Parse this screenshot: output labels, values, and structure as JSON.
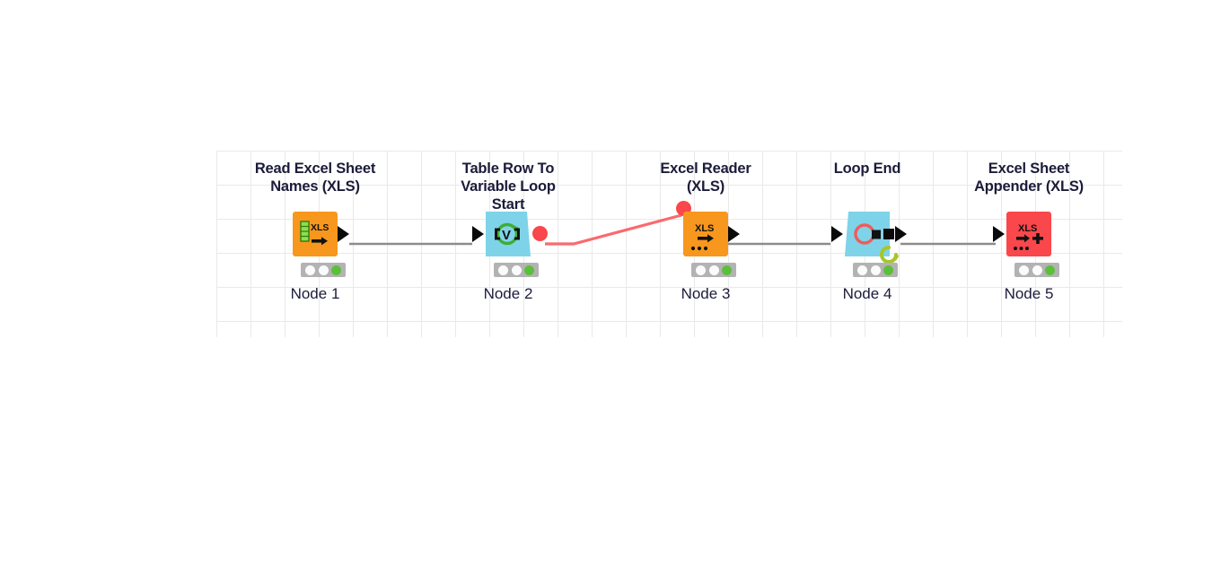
{
  "app": {
    "title": "KNIME Workflow Editor",
    "canvas_background": "#ffffff",
    "grid_color": "#e9e9e9"
  },
  "colors": {
    "node_orange": "#f8971d",
    "node_red": "#f9474b",
    "node_blue": "#7ed3e8",
    "status_bar": "#b3b3b3",
    "led_green": "#5cbf3c",
    "led_idle": "#fbfbfb",
    "wire_data": "#8c8c8c",
    "wire_variable": "#f9474b",
    "label_text": "#1b1b3a"
  },
  "workflow": {
    "nodes": [
      {
        "id": "node1",
        "title": "Read Excel Sheet\nNames (XLS)",
        "name": "Node 1",
        "icon": "xls-read-icon",
        "icon_label": "XLS",
        "color": "#f8971d",
        "shape": "rect",
        "status": {
          "leds": [
            "idle",
            "idle",
            "green"
          ],
          "state": "executed"
        }
      },
      {
        "id": "node2",
        "title": "Table Row To\nVariable Loop Start",
        "name": "Node 2",
        "icon": "variable-loop-start-icon",
        "icon_label": "[V]",
        "color": "#7ed3e8",
        "shape": "loop-start",
        "status": {
          "leds": [
            "idle",
            "idle",
            "green"
          ],
          "state": "executed"
        }
      },
      {
        "id": "node3",
        "title": "Excel Reader (XLS)",
        "name": "Node 3",
        "icon": "xls-reader-icon",
        "icon_label": "XLS",
        "color": "#f8971d",
        "shape": "rect",
        "status": {
          "leds": [
            "idle",
            "idle",
            "green"
          ],
          "state": "executed"
        }
      },
      {
        "id": "node4",
        "title": "Loop End",
        "name": "Node 4",
        "icon": "loop-end-icon",
        "icon_label": "",
        "color": "#7ed3e8",
        "shape": "loop-end",
        "status": {
          "leds": [
            "idle",
            "idle",
            "green"
          ],
          "state": "executed"
        }
      },
      {
        "id": "node5",
        "title": "Excel Sheet\nAppender (XLS)",
        "name": "Node 5",
        "icon": "xls-append-icon",
        "icon_label": "XLS",
        "color": "#f9474b",
        "shape": "rect",
        "status": {
          "leds": [
            "idle",
            "idle",
            "green"
          ],
          "state": "executed"
        }
      }
    ],
    "connections": [
      {
        "id": "c1",
        "from": "node1",
        "to": "node2",
        "type": "data",
        "color": "#8c8c8c"
      },
      {
        "id": "c2",
        "from": "node2",
        "to": "node3",
        "type": "flow-variable",
        "color": "#f9474b"
      },
      {
        "id": "c3",
        "from": "node3",
        "to": "node4",
        "type": "data",
        "color": "#8c8c8c"
      },
      {
        "id": "c4",
        "from": "node4",
        "to": "node5",
        "type": "data",
        "color": "#8c8c8c"
      }
    ]
  }
}
